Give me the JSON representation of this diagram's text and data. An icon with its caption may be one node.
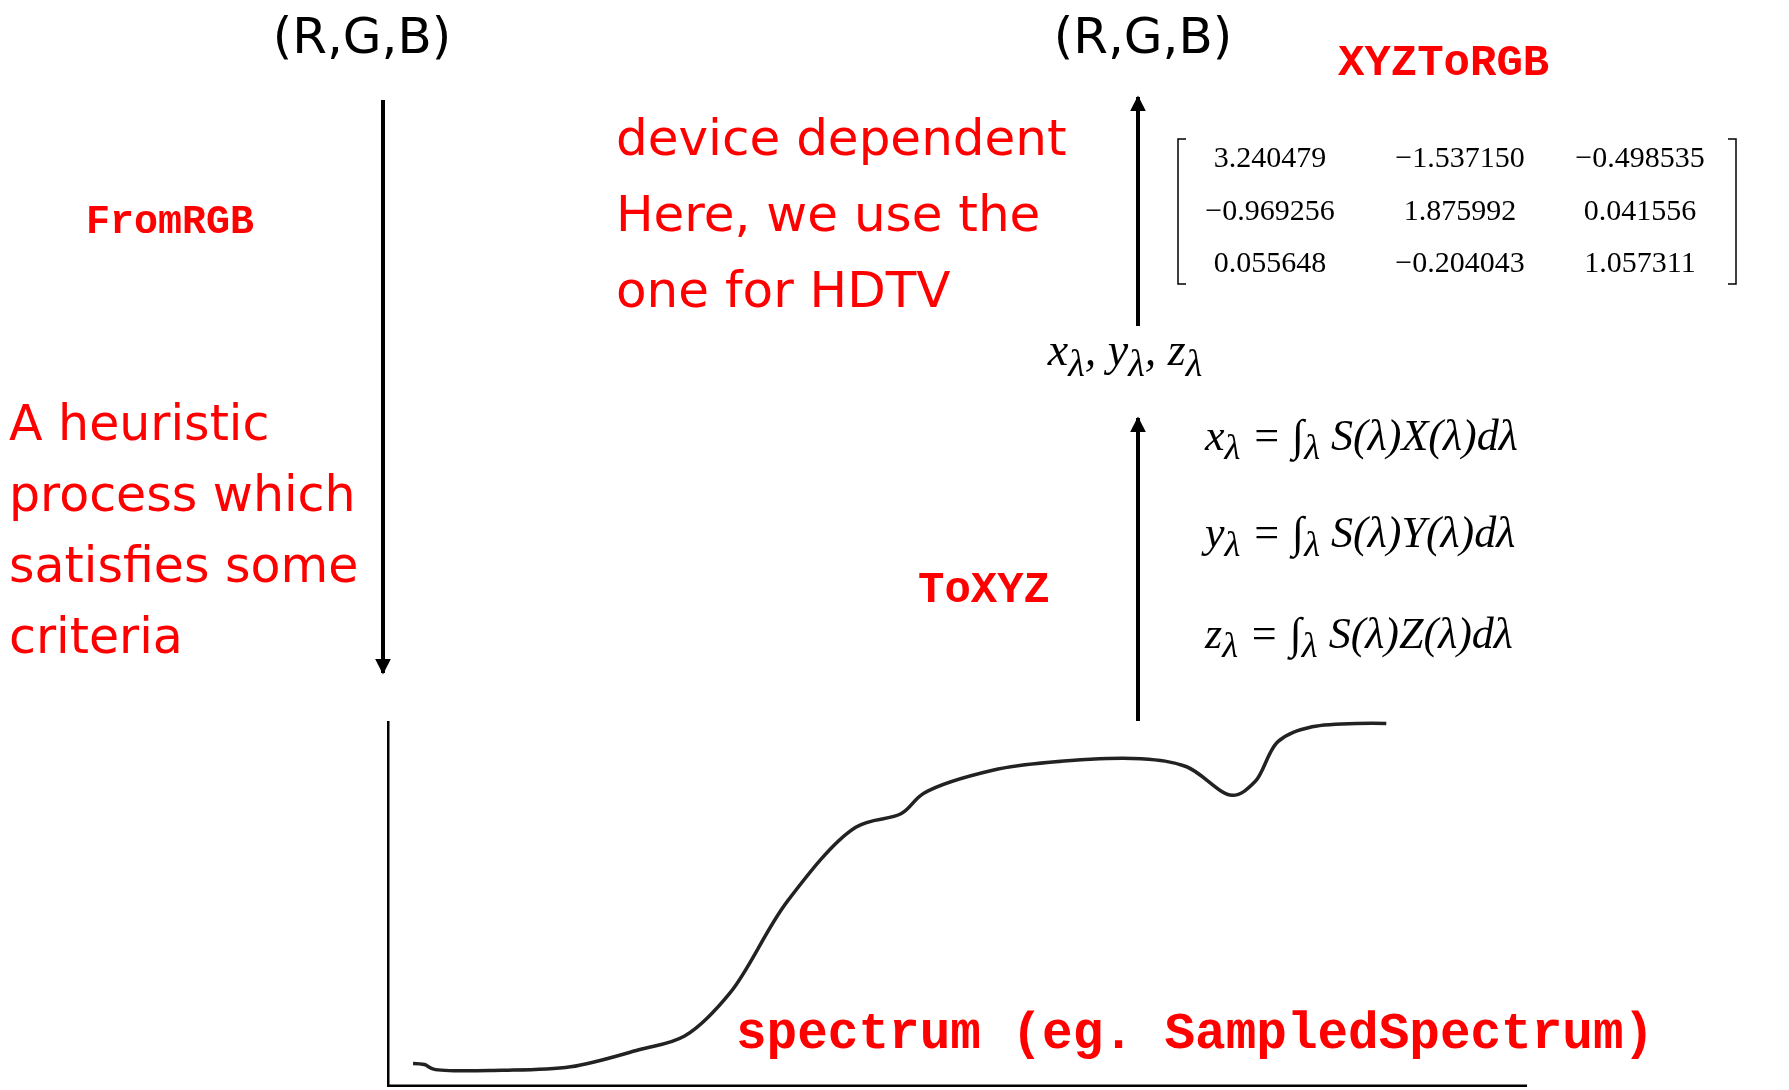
{
  "diagram": {
    "nodes": [
      {
        "text": [
          "(R,G,B)"
        ]
      },
      {
        "text": [
          "(R,G,B)"
        ]
      },
      {
        "text": [
          "x$_{λ}$, y$_{λ}$, z$_{λ}$"
        ]
      },
      {
        "text": [
          "spectrum (eg. SampledSpectrum)"
        ]
      }
    ],
    "edges": [
      {
        "from": 0,
        "to": 3,
        "arrow": "to"
      },
      {
        "from": 3,
        "to": 2,
        "arrow": "to"
      },
      {
        "from": 2,
        "to": 1,
        "arrow": "to"
      }
    ],
    "labels": [
      "FromRGB",
      "A heuristic process which satisfies some criteria",
      "device dependent Here, we use the one for HDTV",
      "XYZToRGB",
      "3.240479",
      "−1.537150",
      "−0.498535",
      "−0.969256",
      "1.875992",
      "0.041556",
      "0.055648",
      "−0.204043",
      "1.057311",
      "ToXYZ",
      "x$_{λ}$ = ∫$_{λ}$ S(λ)X(λ)dλ",
      "y$_{λ}$ = ∫$_{λ}$ S(λ)Y(λ)dλ",
      "z$_{λ}$ = ∫$_{λ}$ S(λ)Z(λ)dλ"
    ]
  }
}
